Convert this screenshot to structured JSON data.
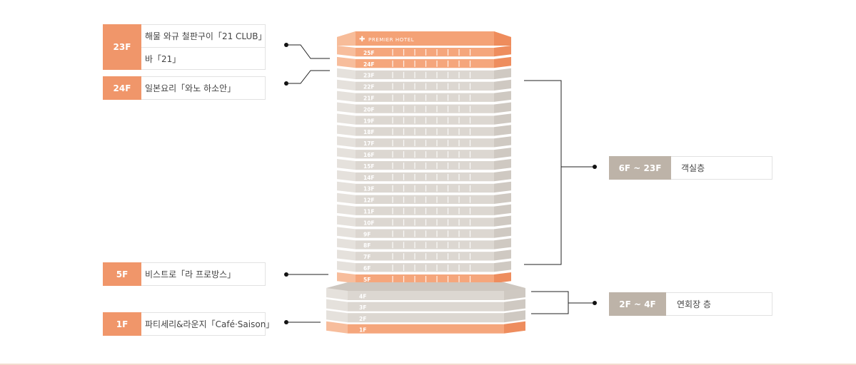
{
  "hotel": {
    "brand": "PREMIER HOTEL"
  },
  "tower_floors": [
    "25F",
    "24F",
    "23F",
    "22F",
    "21F",
    "20F",
    "19F",
    "18F",
    "17F",
    "16F",
    "15F",
    "14F",
    "13F",
    "12F",
    "11F",
    "10F",
    "9F",
    "8F",
    "7F",
    "6F",
    "5F"
  ],
  "podium_floors": [
    "4F",
    "3F",
    "2F",
    "1F"
  ],
  "left_labels": {
    "f23": {
      "floor": "23F",
      "line1": "해물 와규 철판구이「21 CLUB」",
      "line2": "바「21」"
    },
    "f24": {
      "floor": "24F",
      "text": "일본요리「와노 하소안」"
    },
    "f5": {
      "floor": "5F",
      "text": "비스트로「라 프로방스」"
    },
    "f1": {
      "floor": "1F",
      "text": "파티세리&라운지「Café·Saison」"
    }
  },
  "right_labels": {
    "rooms": {
      "floor": "6F ~ 23F",
      "text": "객실층"
    },
    "banquet": {
      "floor": "2F ~ 4F",
      "text": "연회장 층"
    }
  },
  "colors": {
    "accent": "#f0966a",
    "gray_tag": "#bdb3a8",
    "floor_gray": "#dcd7d1",
    "floor_orange": "#f5a47a"
  }
}
